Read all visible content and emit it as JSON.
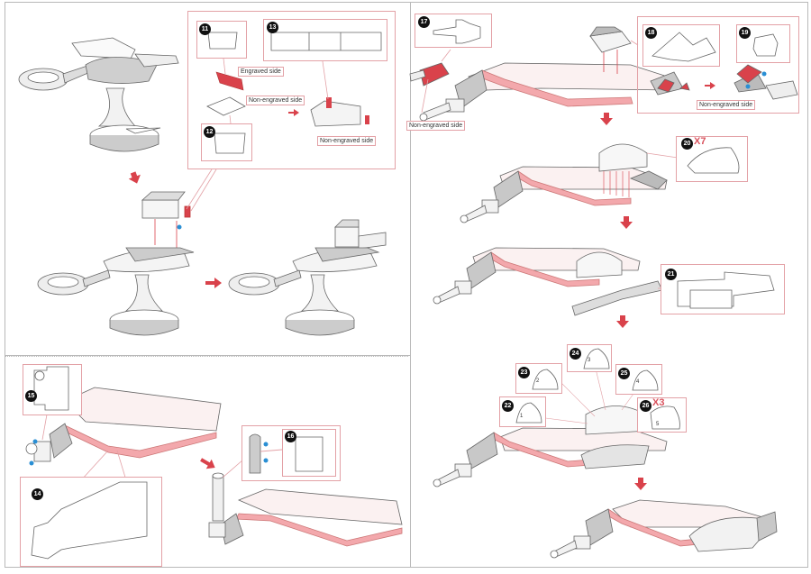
{
  "colors": {
    "accent_red": "#d9424b",
    "pink_fill": "#f3a8ac",
    "box_border": "#e3a1a6",
    "gray_part": "#c8c8c8",
    "blue_dot": "#2a8fd4",
    "green_marker": "#b6d94c"
  },
  "steps": [
    {
      "number": "11",
      "note": ""
    },
    {
      "number": "12",
      "note": ""
    },
    {
      "number": "13",
      "note": ""
    },
    {
      "number": "14",
      "note": ""
    },
    {
      "number": "15",
      "note": ""
    },
    {
      "number": "16",
      "note": ""
    },
    {
      "number": "17",
      "note": ""
    },
    {
      "number": "18",
      "note": ""
    },
    {
      "number": "19",
      "note": ""
    },
    {
      "number": "20",
      "multiplier": "X7"
    },
    {
      "number": "21",
      "note": ""
    },
    {
      "number": "22",
      "piece_label": "1"
    },
    {
      "number": "23",
      "piece_label": "2"
    },
    {
      "number": "24",
      "piece_label": "3"
    },
    {
      "number": "25",
      "piece_label": "4"
    },
    {
      "number": "26",
      "multiplier": "X3",
      "piece_label": "5"
    }
  ],
  "labels": {
    "engraved_side": "Engraved side",
    "non_engraved_side_1": "Non-engraved side",
    "non_engraved_side_2": "Non-engraved side",
    "non_engraved_side_3": "Non-engraved side",
    "non_engraved_side_4": "Non-engraved side"
  }
}
